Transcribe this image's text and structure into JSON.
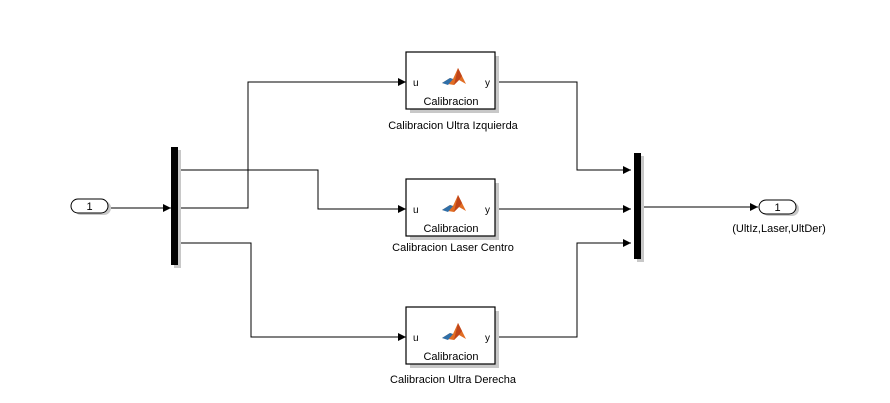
{
  "inport": {
    "number": "1"
  },
  "outport": {
    "number": "1",
    "signal_label": "(UltIz,Laser,UltDer)"
  },
  "blocks": [
    {
      "port_in": "u",
      "port_out": "y",
      "inner_label": "Calibracion",
      "name": "Calibracion Ultra Izquierda"
    },
    {
      "port_in": "u",
      "port_out": "y",
      "inner_label": "Calibracion",
      "name": "Calibracion Laser Centro"
    },
    {
      "port_in": "u",
      "port_out": "y",
      "inner_label": "Calibracion",
      "name": "Calibracion Ultra Derecha"
    }
  ],
  "icon": "matlab-function-icon",
  "colors": {
    "line": "#000000",
    "shadow": "#c8c8c8",
    "matlab_orange": "#e16d24",
    "matlab_blue": "#2f6fa8"
  }
}
